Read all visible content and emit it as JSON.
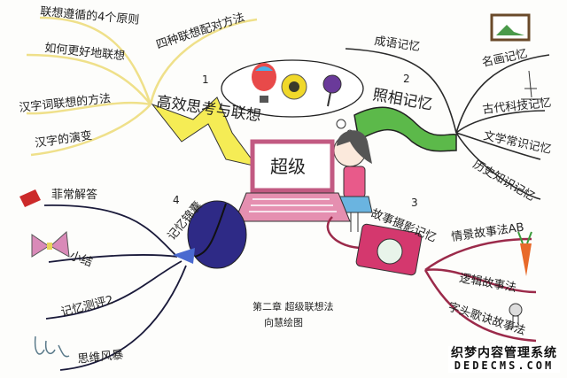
{
  "center": {
    "label": "超级"
  },
  "branches": [
    {
      "number": "1",
      "title": "高效思考与联想",
      "children": [
        "联想遵循的4个原则",
        "如何更好地联想",
        "汉字词联想的方法",
        "汉字的演变",
        "四种联想配对方法"
      ]
    },
    {
      "number": "2",
      "title": "照相记忆",
      "children": [
        "成语记忆",
        "名画记忆",
        "古代科技记忆",
        "文学常识记忆",
        "历史知识记忆"
      ]
    },
    {
      "number": "3",
      "title": "故事摄影记忆",
      "children": [
        "情景故事法AB",
        "逻辑故事法",
        "字头歌诀故事法"
      ]
    },
    {
      "number": "4",
      "title": "记忆锦囊",
      "children": [
        "菲常解答",
        "小结",
        "记忆测评2",
        "思维风暴"
      ]
    }
  ],
  "caption": {
    "line1": "第二章  超级联想法",
    "line2": "向慧绘图"
  },
  "watermark": {
    "line1": "织梦内容管理系统",
    "line2": "DEDECMS.COM"
  },
  "colors": {
    "branch1": "#f1e58a",
    "branch2": "#2a2a2a",
    "branch3": "#9b2a4a",
    "branch4": "#22205e",
    "laptop": "#e58fb0",
    "film": "#5cb94a",
    "camera": "#d4386e",
    "balloon": "#2e2a86"
  }
}
